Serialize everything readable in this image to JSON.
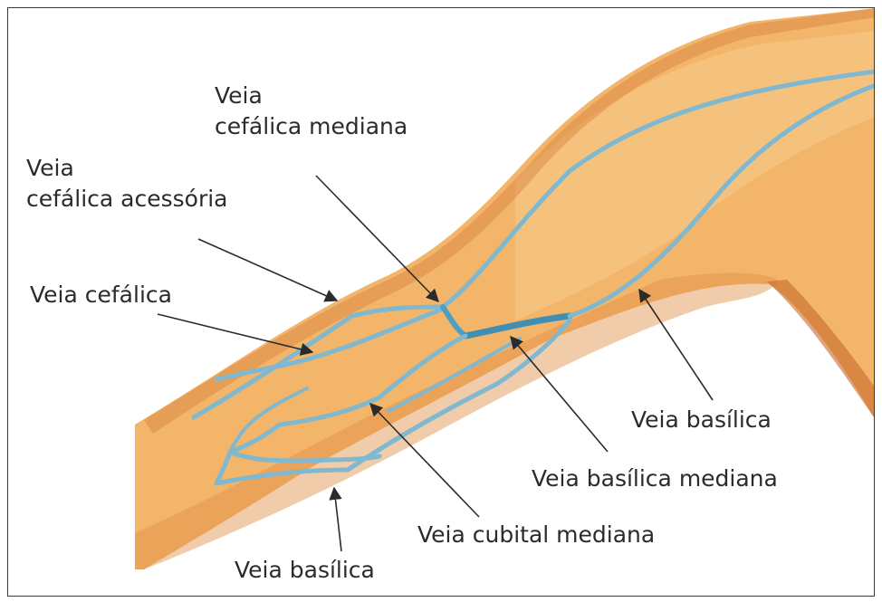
{
  "labels": {
    "cefalica_mediana": {
      "line1": "Veia",
      "line2": "cefálica mediana"
    },
    "cefalica_acessoria": {
      "line1": "Veia",
      "line2": "cefálica acessória"
    },
    "cefalica": "Veia cefálica",
    "basilica_right": "Veia basílica",
    "basilica_mediana": "Veia basílica mediana",
    "cubital_mediana": "Veia cubital mediana",
    "basilica_bottom": "Veia basílica"
  },
  "colors": {
    "skin": "#f2b56a",
    "skin_shadow": "#e08d45",
    "skin_light": "#f8cc8e",
    "vein": "#7fb8cf",
    "vein_dark": "#3f8fb4",
    "text": "#2b2b2b",
    "pointer": "#2b2b2b"
  }
}
